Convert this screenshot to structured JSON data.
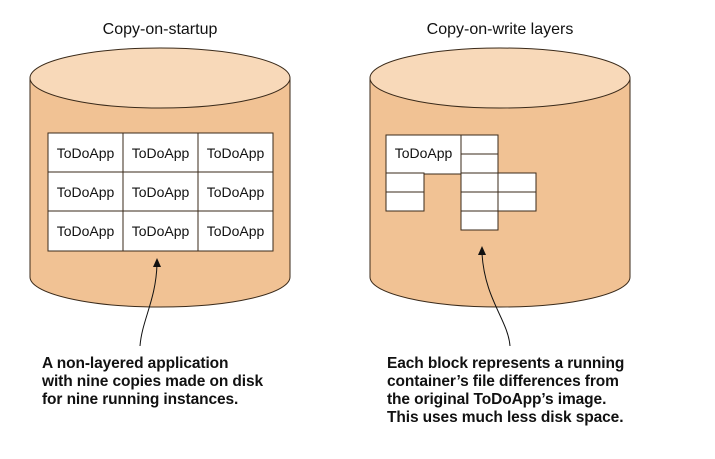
{
  "colors": {
    "cylinder_body": "#f1c294",
    "cylinder_top": "#f8d9b9",
    "outline": "#3a2a1a",
    "grid_fill": "#ffffff"
  },
  "left": {
    "title": "Copy-on-startup",
    "cells": [
      [
        "ToDoApp",
        "ToDoApp",
        "ToDoApp"
      ],
      [
        "ToDoApp",
        "ToDoApp",
        "ToDoApp"
      ],
      [
        "ToDoApp",
        "ToDoApp",
        "ToDoApp"
      ]
    ],
    "caption_lines": [
      "A non-layered application",
      "with nine copies made on disk",
      "for nine running instances."
    ]
  },
  "right": {
    "title": "Copy-on-write layers",
    "base_block_label": "ToDoApp",
    "caption_lines": [
      "Each block represents a running",
      "container’s file differences from",
      "the original ToDoApp’s image.",
      "This uses much less disk space."
    ]
  }
}
